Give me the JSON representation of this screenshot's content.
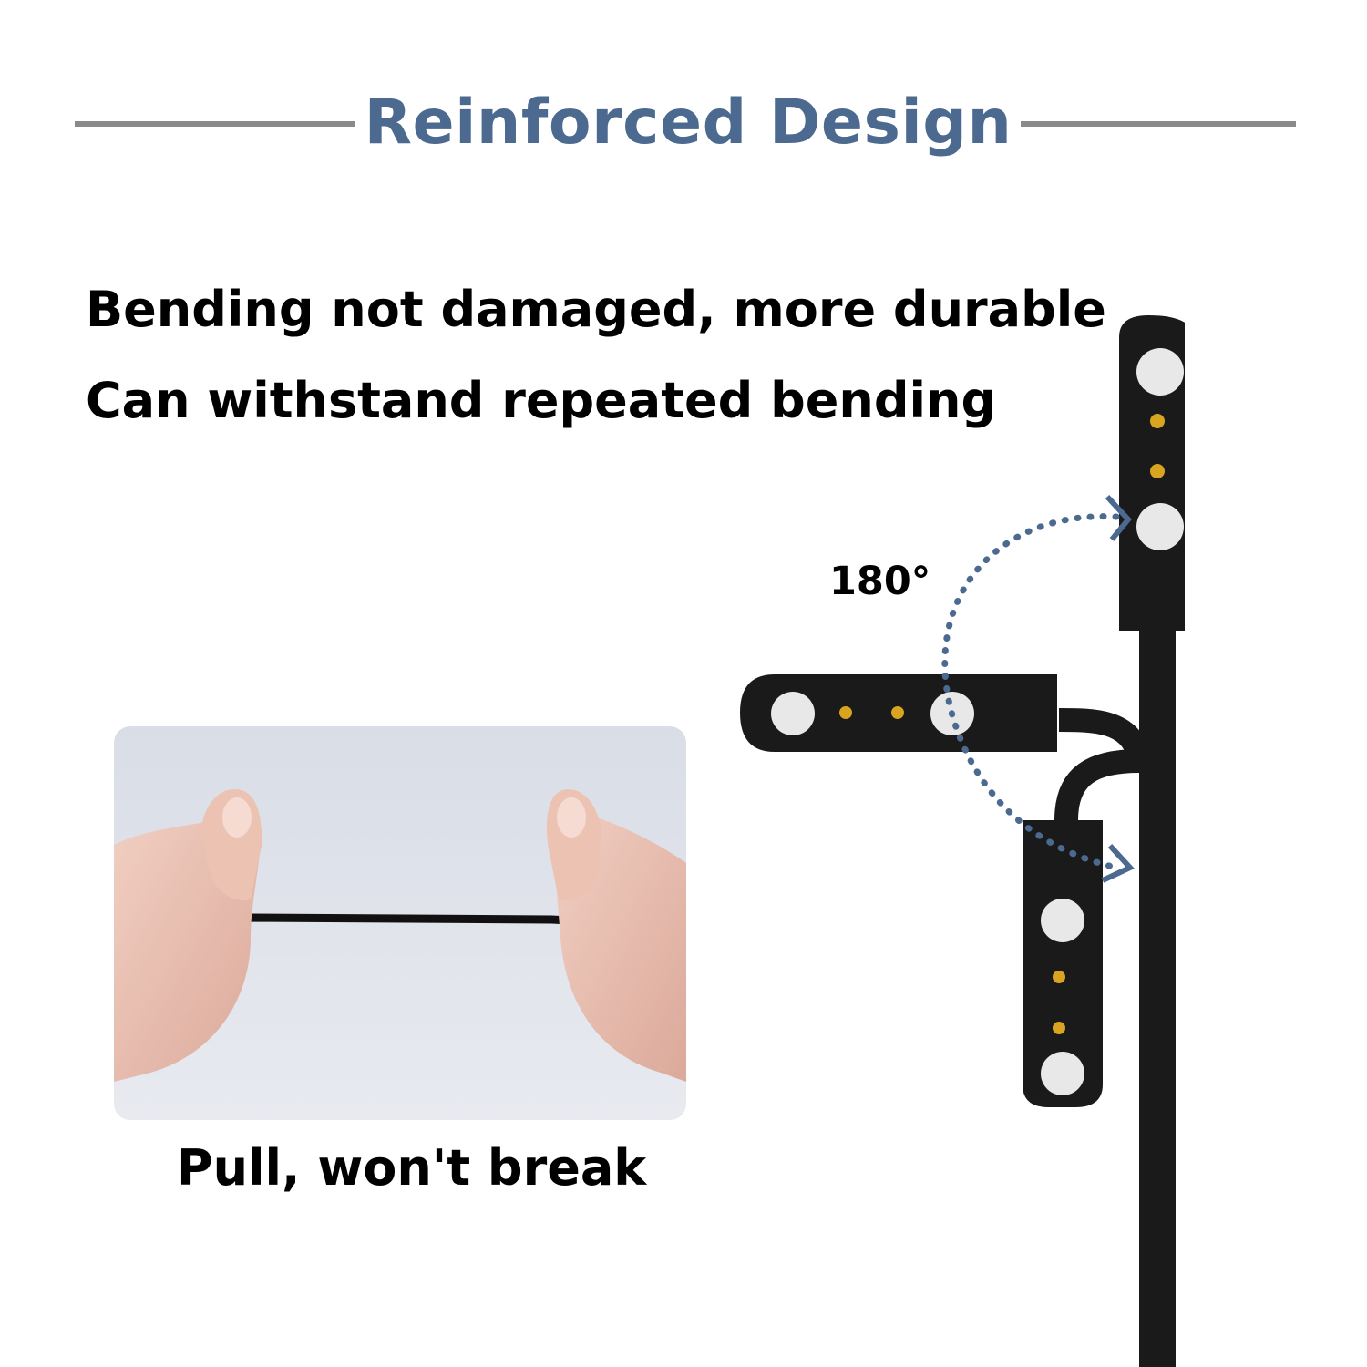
{
  "header": {
    "title": "Reinforced Design",
    "title_color": "#4c6a8f"
  },
  "features": {
    "line1": "Bending not damaged, more durable",
    "line2": "Can withstand repeated bending"
  },
  "diagram": {
    "angle_label": "180°",
    "arrow_color": "#4c6a8f",
    "connector_color": "#1a1a1a",
    "pin_color": "#d9a520"
  },
  "photo": {
    "caption": "Pull, won't break"
  }
}
